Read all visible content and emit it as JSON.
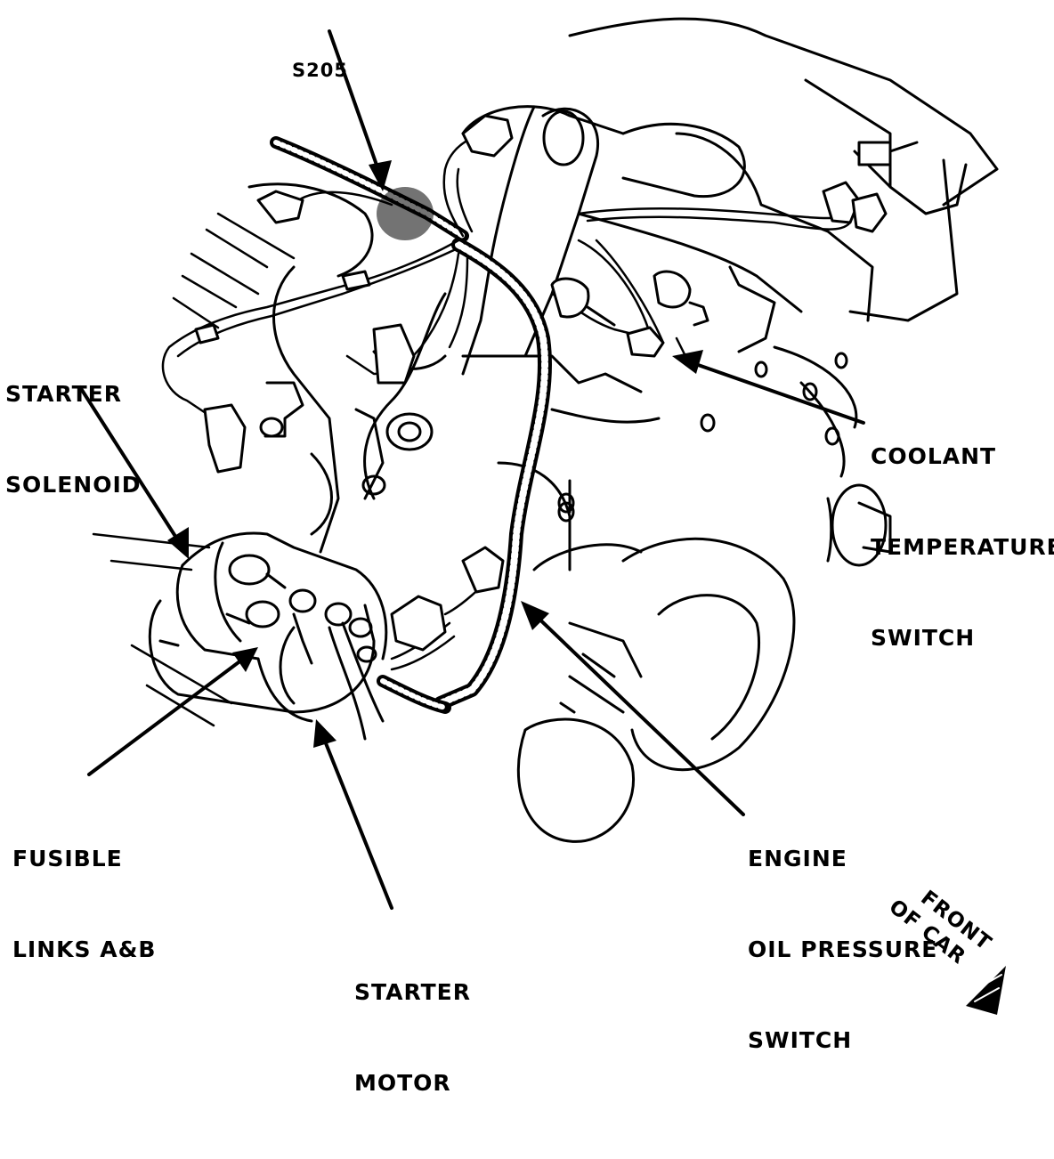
{
  "diagram": {
    "labels": {
      "s205": "S205",
      "starter_solenoid": [
        "STARTER",
        "SOLENOID"
      ],
      "coolant_temp_switch": [
        "COOLANT",
        "TEMPERATURE",
        "SWITCH"
      ],
      "fusible_links": [
        "FUSIBLE",
        "LINKS A&B"
      ],
      "engine_oil_pressure_switch": [
        "ENGINE",
        "OIL PRESSURE",
        "SWITCH"
      ],
      "starter_motor": [
        "STARTER",
        "MOTOR"
      ],
      "front_of_car": [
        "FRONT",
        "OF CAR"
      ]
    }
  }
}
